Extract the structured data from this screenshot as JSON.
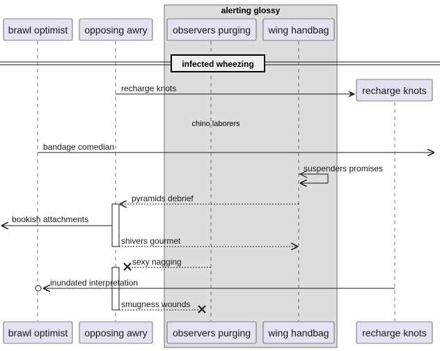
{
  "box": {
    "title": "alerting glossy",
    "fill": "#DDDDDD"
  },
  "participants": [
    {
      "label": "brawl optimist"
    },
    {
      "label": "opposing awry"
    },
    {
      "label": "observers purging"
    },
    {
      "label": "wing handbag"
    },
    {
      "label": "recharge knots"
    }
  ],
  "divider": {
    "label": "infected wheezing"
  },
  "delay_note": "chino laborers",
  "messages": [
    {
      "label": "recharge knots"
    },
    {
      "label": "bandage comedian"
    },
    {
      "label": "suspenders promises"
    },
    {
      "label": "pyramids debrief"
    },
    {
      "label": "bookish attachments"
    },
    {
      "label": "shivers gourmet"
    },
    {
      "label": "sexy nagging"
    },
    {
      "label": "inundated interpretation"
    },
    {
      "label": "smugness wounds"
    }
  ],
  "colors": {
    "participant_fill": "#E2E2F0",
    "stroke": "#181818"
  }
}
